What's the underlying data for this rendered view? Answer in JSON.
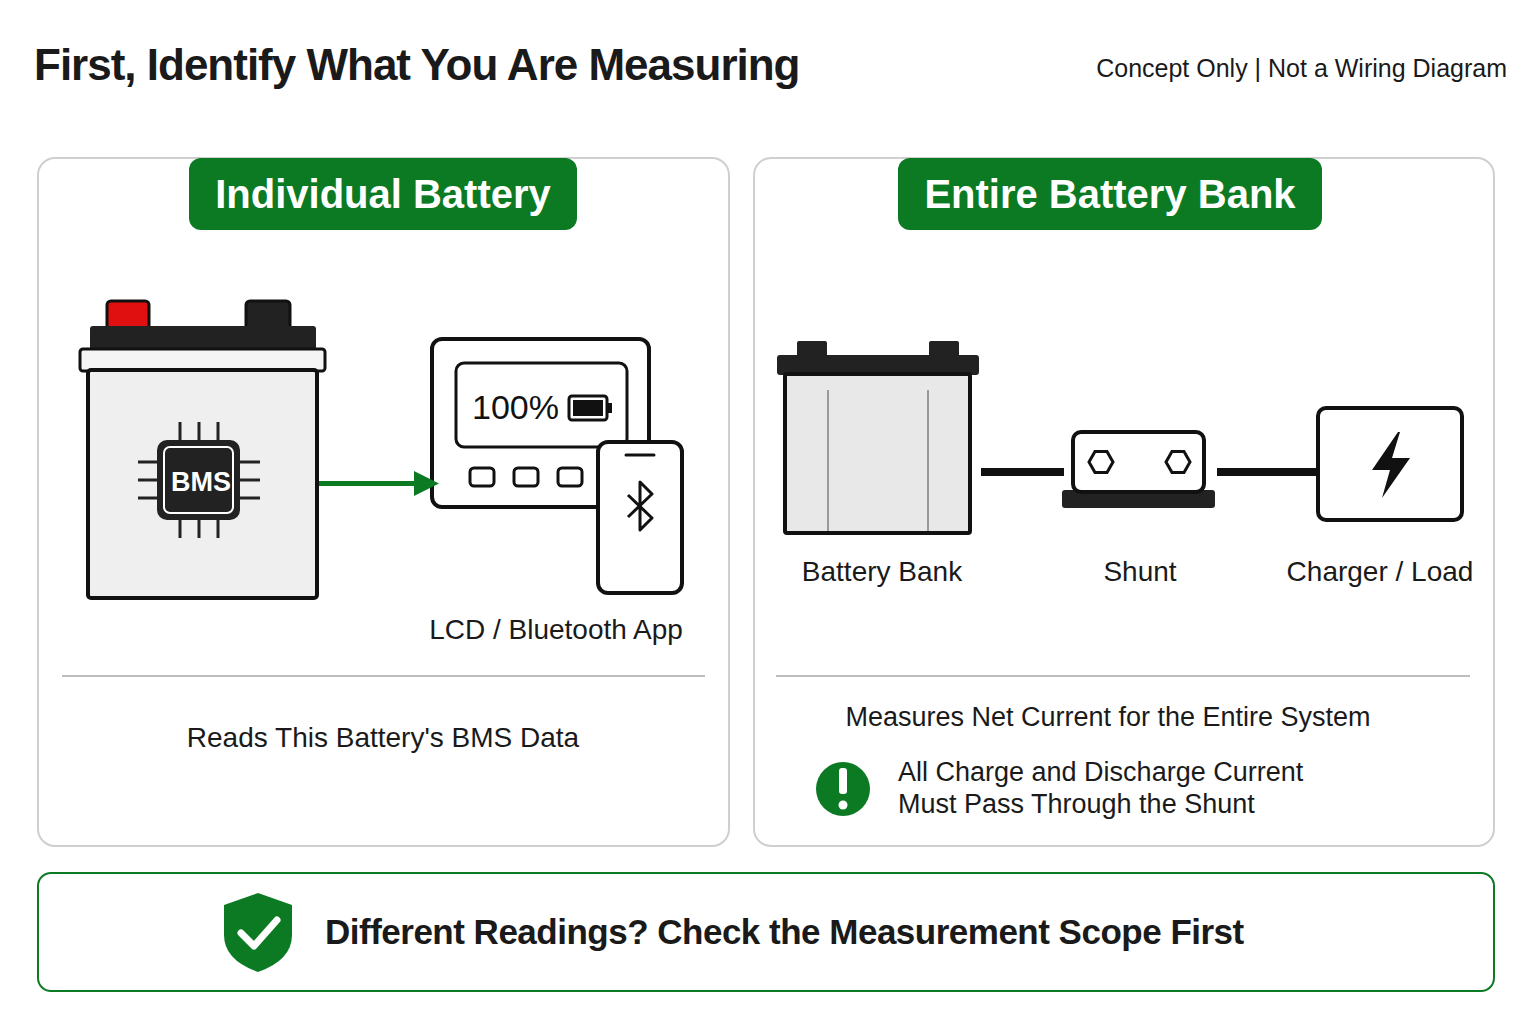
{
  "diagram": {
    "title": "First, Identify What You Are Measuring",
    "nodes": [
      {
        "text": [
          "Individual Battery",
          "Reads This Battery's BMS Data"
        ]
      },
      {
        "text": [
          "BMS"
        ],
        "in": 0
      },
      {
        "text": [
          "100%",
          "LCD / Bluetooth App"
        ],
        "in": 0
      },
      {
        "text": [
          "Entire Battery Bank",
          "Measures Net Current for the Entire System",
          "All Charge and Discharge Current Must Pass Through the Shunt"
        ]
      },
      {
        "text": [
          "Battery Bank"
        ],
        "in": 3
      },
      {
        "text": [
          "Shunt"
        ],
        "in": 3
      },
      {
        "text": [
          "Charger / Load"
        ],
        "in": 3
      },
      {
        "text": [
          "Different Readings? Check the Measurement Scope First"
        ]
      }
    ],
    "edges": [
      {
        "from": 1,
        "to": 2,
        "arrow": "to"
      },
      {
        "from": 4,
        "to": 5,
        "arrow": "none"
      },
      {
        "from": 5,
        "to": 6,
        "arrow": "none"
      }
    ],
    "labels": [
      "Concept Only | Not a Wiring Diagram"
    ]
  }
}
